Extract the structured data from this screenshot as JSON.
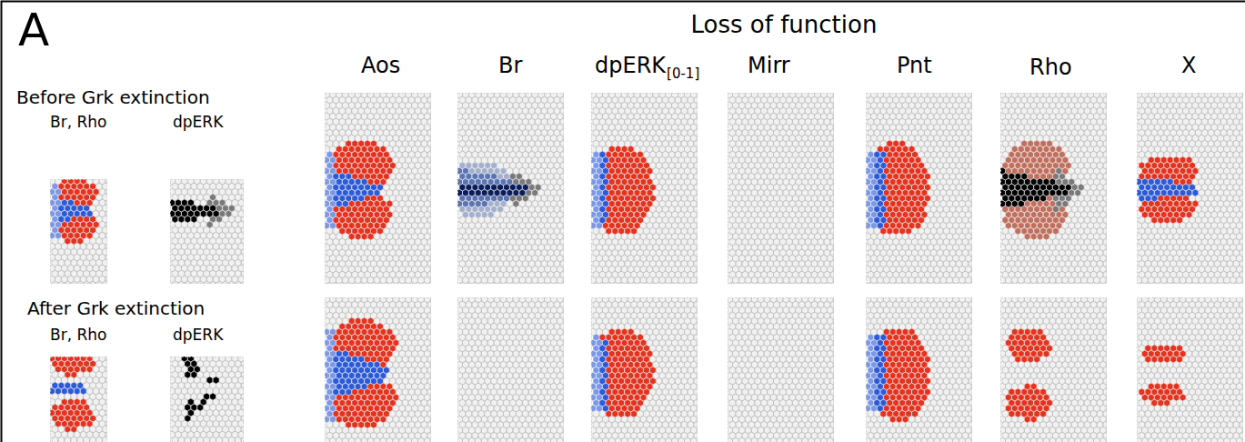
{
  "diagram": {
    "labels": [
      "A",
      "Loss of function",
      "Before Grk extinction",
      "Br, Rho",
      "dpERK",
      "Aos",
      "Br",
      "dpERK",
      "[0-1]",
      "Mirr",
      "Pnt",
      "Rho",
      "X",
      "After Grk extinction",
      "Br, Rho",
      "dpERK"
    ]
  }
}
